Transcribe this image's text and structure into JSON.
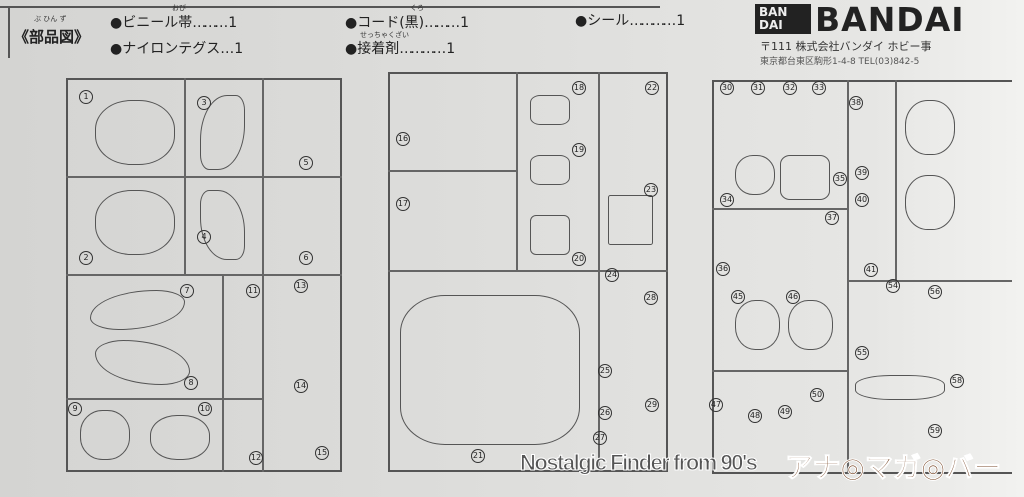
{
  "header": {
    "title": "《部品図》",
    "title_ruby": "ぶ ひん ず",
    "items": [
      {
        "label": "●ビニール帯",
        "dots": "………",
        "qty": "1",
        "ruby": "おび"
      },
      {
        "label": "●ナイロンテグス",
        "dots": "…",
        "qty": "1"
      },
      {
        "label": "●コード(黒)",
        "dots": "………",
        "qty": "1",
        "ruby": "くろ"
      },
      {
        "label": "●接着剤",
        "dots": "…………",
        "qty": "1",
        "ruby": "せっちゃくざい"
      },
      {
        "label": "●シール",
        "dots": "…………",
        "qty": "1"
      }
    ]
  },
  "brand": {
    "logo_box": "BAN DAI",
    "logo_text": "BANDAI",
    "address_line1": "〒111 株式会社バンダイ ホビー事",
    "address_line2": "東京都台東区駒形1-4-8 TEL(03)842-5"
  },
  "parts": [
    "1",
    "2",
    "3",
    "4",
    "5",
    "6",
    "7",
    "8",
    "9",
    "10",
    "11",
    "12",
    "13",
    "14",
    "15",
    "16",
    "17",
    "18",
    "19",
    "20",
    "21",
    "22",
    "23",
    "24",
    "25",
    "26",
    "27",
    "28",
    "29",
    "30",
    "31",
    "32",
    "33",
    "34",
    "35",
    "36",
    "37",
    "38",
    "39",
    "40",
    "41",
    "45",
    "46",
    "47",
    "48",
    "49",
    "50",
    "54",
    "55",
    "56",
    "58",
    "59"
  ],
  "watermark": {
    "text": "Nostalgic Finder from 90's",
    "logo": "アナ◎マガ◎バー"
  }
}
